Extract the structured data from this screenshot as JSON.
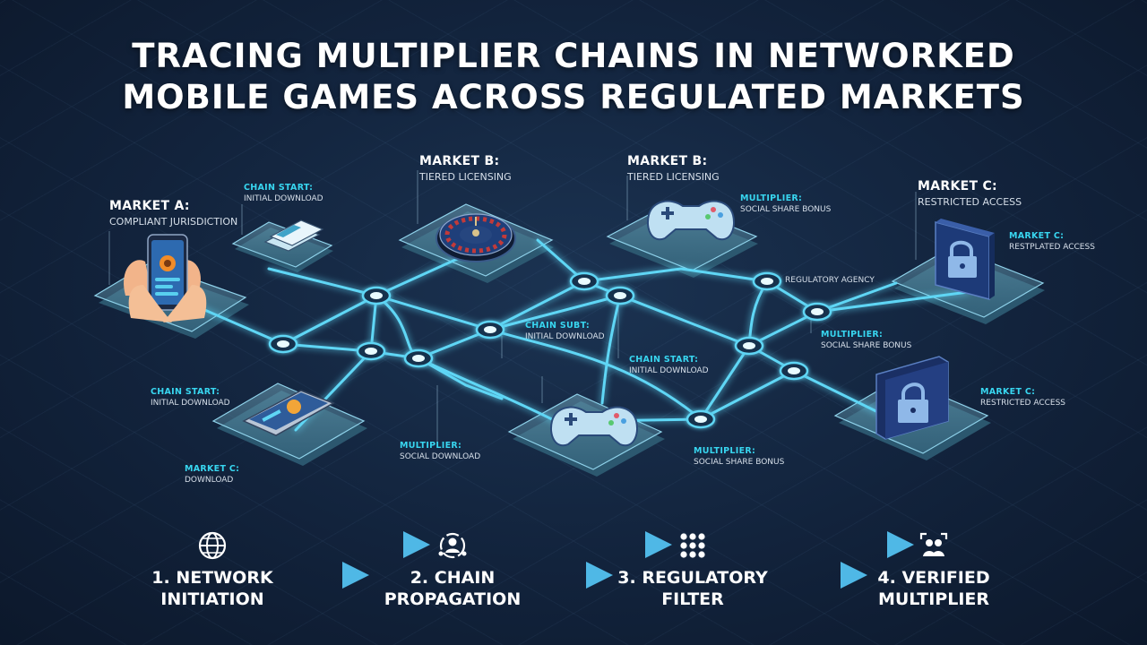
{
  "title": {
    "line1": "TRACING MULTIPLIER CHAINS IN NETWORKED",
    "line2": "MOBILE GAMES ACROSS REGULATED MARKETS"
  },
  "colors": {
    "background": "#12233c",
    "glow_line": "#5fd6f5",
    "node_core": "#e9fbff",
    "accent_label": "#38d6f0",
    "platform_top": "#5a8fa8"
  },
  "labels": {
    "market_a": {
      "heading": "MARKET A:",
      "sub": "COMPLIANT JURISDICTION"
    },
    "chain_start_1": {
      "heading": "CHAIN START:",
      "sub": "INITIAL DOWNLOAD"
    },
    "market_b_1": {
      "heading": "MARKET B:",
      "sub": "TIERED LICENSING"
    },
    "market_b_2": {
      "heading": "MARKET B:",
      "sub": "TIERED LICENSING"
    },
    "multiplier_1": {
      "heading": "MULTIPLIER:",
      "sub": "SOCIAL SHARE BONUS"
    },
    "market_c_1": {
      "heading": "MARKET C:",
      "sub": "RESTRICTED ACCESS"
    },
    "market_c_2": {
      "heading": "MARKET C:",
      "sub": "RESTPLATED ACCESS"
    },
    "regulatory_note": {
      "heading": "",
      "sub": "REGULATORY AGENCY"
    },
    "chain_start_2": {
      "heading": "CHAIN SUBT:",
      "sub": "INITIAL DOWNLOAD"
    },
    "multiplier_2": {
      "heading": "MULTIPLIER:",
      "sub": "SOCIAL SHARE BONUS"
    },
    "chain_start_3": {
      "heading": "CHAIN START:",
      "sub": "INITIAL DOWNLOAD"
    },
    "chain_start_4": {
      "heading": "CHAIN START:",
      "sub": "INITIAL DOWNLOAD"
    },
    "market_c_3": {
      "heading": "MARKET C:",
      "sub": "RESTRICTED ACCESS"
    },
    "multiplier_3": {
      "heading": "MULTIPLIER:",
      "sub": "SOCIAL DOWNLOAD"
    },
    "multiplier_4": {
      "heading": "MULTIPLIER:",
      "sub": "SOCIAL SHARE BONUS"
    },
    "market_c_4": {
      "heading": "MARKET C:",
      "sub": "DOWNLOAD"
    }
  },
  "steps": [
    {
      "number": "1.",
      "line1": "NETWORK",
      "line2": "INITIATION",
      "icon": "globe-icon"
    },
    {
      "number": "2.",
      "line1": "CHAIN",
      "line2": "PROPAGATION",
      "icon": "network-user-icon"
    },
    {
      "number": "3.",
      "line1": "REGULATORY",
      "line2": "FILTER",
      "icon": "grid-dots-icon"
    },
    {
      "number": "4.",
      "line1": "VERIFIED",
      "line2": "MULTIPLIER",
      "icon": "verified-users-icon"
    }
  ]
}
